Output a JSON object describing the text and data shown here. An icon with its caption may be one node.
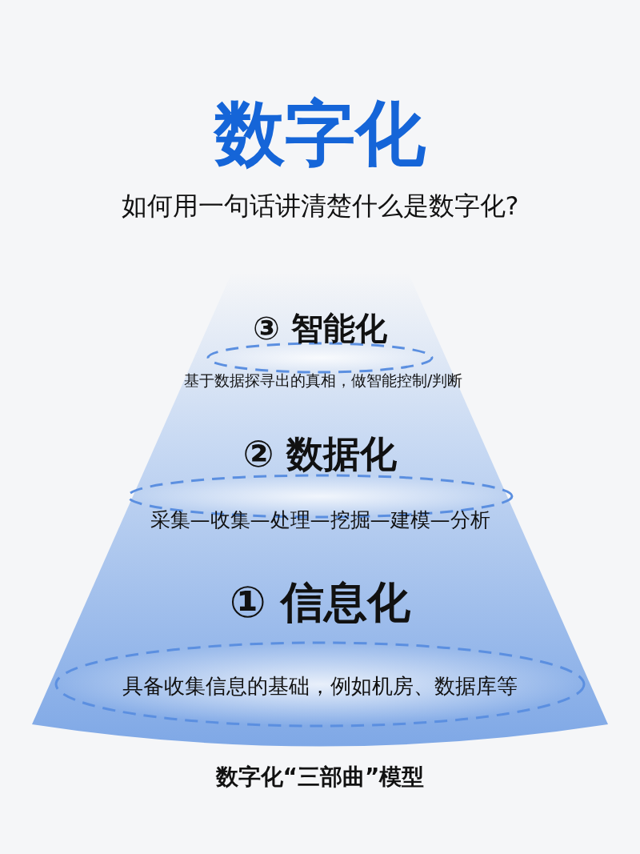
{
  "diagram": {
    "title": "数字化",
    "caption": "数字化“三部曲”模型",
    "nodes": [
      {
        "text": [
          "③ 智能化",
          "基于数据探寻出的真相，做智能控制/判断"
        ]
      },
      {
        "text": [
          "② 数据化",
          "采集—收集—处理—挖掘—建模—分析"
        ]
      },
      {
        "text": [
          "① 信息化",
          "具备收集信息的基础，例如机房、数据库等"
        ]
      }
    ],
    "labels": [
      "如何用一句话讲清楚什么是数字化?"
    ]
  }
}
